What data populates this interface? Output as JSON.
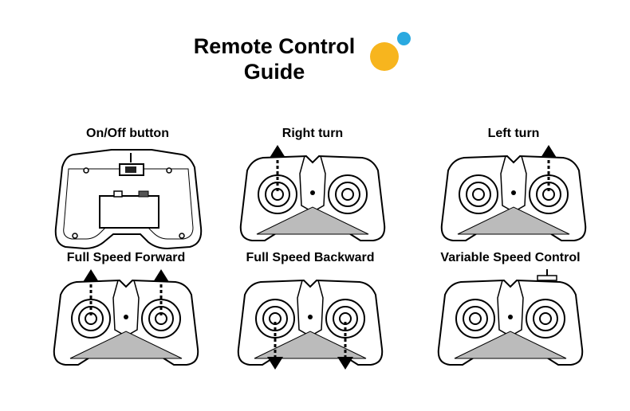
{
  "title": {
    "line1": "Remote Control",
    "line2": "Guide"
  },
  "colors": {
    "accent_yellow": "#F7B51E",
    "accent_blue": "#2AA9E0"
  },
  "panels": [
    {
      "label": "On/Off button",
      "kind": "back"
    },
    {
      "label": "Right turn",
      "kind": "front",
      "arrows": [
        {
          "stick": "left",
          "dir": "up"
        }
      ]
    },
    {
      "label": "Left turn",
      "kind": "front",
      "arrows": [
        {
          "stick": "right",
          "dir": "up"
        }
      ]
    },
    {
      "label": "Full Speed Forward",
      "kind": "front",
      "arrows": [
        {
          "stick": "left",
          "dir": "up"
        },
        {
          "stick": "right",
          "dir": "up"
        }
      ]
    },
    {
      "label": "Full Speed Backward",
      "kind": "front",
      "arrows": [
        {
          "stick": "left",
          "dir": "down"
        },
        {
          "stick": "right",
          "dir": "down"
        }
      ]
    },
    {
      "label": "Variable Speed Control",
      "kind": "front",
      "arrows": []
    }
  ]
}
